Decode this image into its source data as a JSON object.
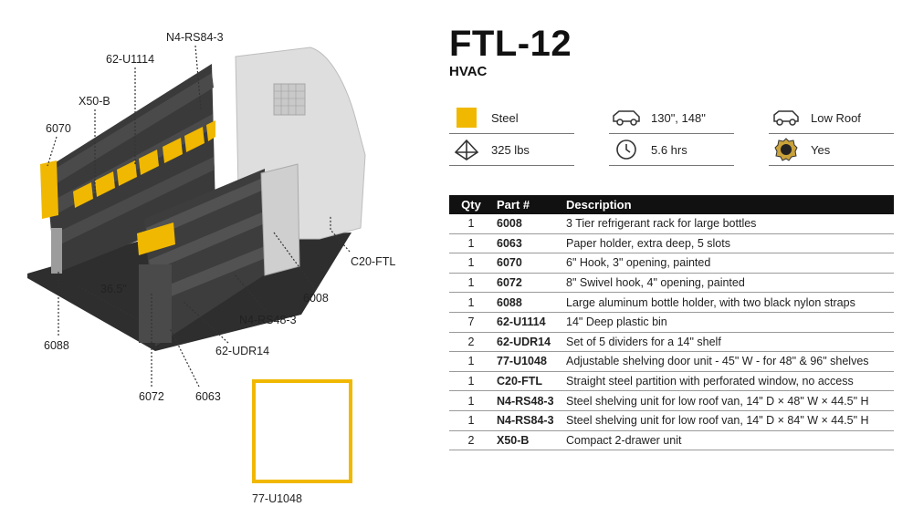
{
  "product": {
    "title": "FTL-12",
    "subtitle": "HVAC"
  },
  "specs": {
    "material": {
      "label": "Steel",
      "icon": "color-swatch-icon",
      "color": "#f0b800"
    },
    "weight": {
      "label": "325 lbs",
      "icon": "weight-icon"
    },
    "wheelbase": {
      "label": "130\", 148\"",
      "icon": "van-side-icon"
    },
    "install_time": {
      "label": "5.6 hrs",
      "icon": "clock-icon"
    },
    "roof": {
      "label": "Low Roof",
      "icon": "van-low-roof-icon"
    },
    "certified": {
      "label": "Yes",
      "icon": "certified-seal-icon"
    }
  },
  "table": {
    "headers": {
      "qty": "Qty",
      "part": "Part #",
      "description": "Description"
    },
    "rows": [
      {
        "qty": "1",
        "part": "6008",
        "description": "3 Tier refrigerant rack for large bottles"
      },
      {
        "qty": "1",
        "part": "6063",
        "description": "Paper holder, extra deep, 5 slots"
      },
      {
        "qty": "1",
        "part": "6070",
        "description": "6\" Hook, 3\" opening, painted"
      },
      {
        "qty": "1",
        "part": "6072",
        "description": "8\" Swivel hook, 4\" opening, painted"
      },
      {
        "qty": "1",
        "part": "6088",
        "description": "Large aluminum bottle holder, with two black nylon straps"
      },
      {
        "qty": "7",
        "part": "62-U1114",
        "description": "14\" Deep plastic bin"
      },
      {
        "qty": "2",
        "part": "62-UDR14",
        "description": "Set of 5 dividers for a 14\" shelf"
      },
      {
        "qty": "1",
        "part": "77-U1048",
        "description": "Adjustable shelving door unit - 45\" W - for 48\" & 96\" shelves"
      },
      {
        "qty": "1",
        "part": "C20-FTL",
        "description": "Straight steel partition with perforated window, no access"
      },
      {
        "qty": "1",
        "part": "N4-RS48-3",
        "description": "Steel shelving unit for low roof van, 14\" D × 48\" W × 44.5\" H"
      },
      {
        "qty": "1",
        "part": "N4-RS84-3",
        "description": "Steel shelving unit for low roof van, 14\" D × 84\" W × 44.5\" H"
      },
      {
        "qty": "2",
        "part": "X50-B",
        "description": "Compact 2-drawer unit"
      }
    ]
  },
  "illustration": {
    "callouts": {
      "n4rs84": "N4-RS84-3",
      "u1114": "62-U1114",
      "x50b": "X50-B",
      "p6070": "6070",
      "dim": "36.5\"",
      "c20": "C20-FTL",
      "p6008": "6008",
      "n4rs48": "N4-RS48-3",
      "udr14": "62-UDR14",
      "p6088": "6088",
      "p6072": "6072",
      "p6063": "6063"
    },
    "inset_label": "77-U1048",
    "accent_color": "#f0b800"
  }
}
